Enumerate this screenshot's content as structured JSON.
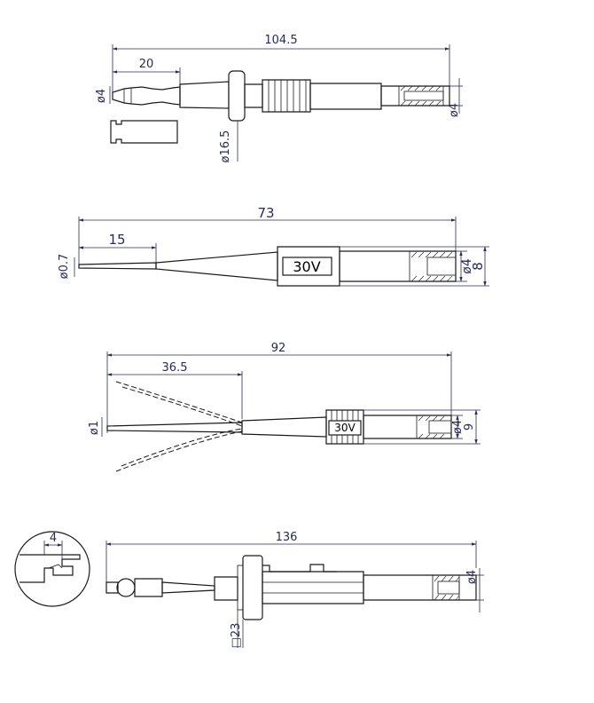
{
  "probe1": {
    "length_total": "104.5",
    "length_tip": "20",
    "dia_tip": "ø4",
    "dia_guard": "ø16.5",
    "dia_socket": "ø4"
  },
  "probe2": {
    "length_total": "73",
    "length_tip": "15",
    "dia_tip": "ø0.7",
    "voltage_label": "30V",
    "dia_socket": "ø4",
    "dia_body": "8"
  },
  "probe3": {
    "length_total": "92",
    "length_tip": "36.5",
    "dia_tip": "ø1",
    "voltage_label": "30V",
    "dia_socket": "ø4",
    "dia_body": "9"
  },
  "probe4": {
    "length_total": "136",
    "detail_width": "4",
    "guard_size": "□23",
    "dia_socket": "ø4"
  }
}
